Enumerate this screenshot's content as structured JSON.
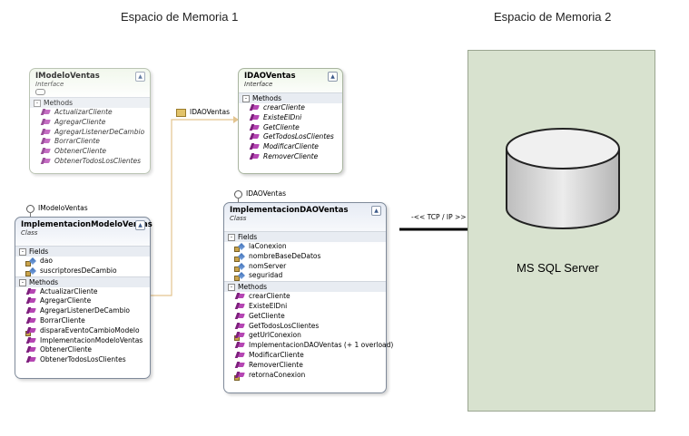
{
  "titles": {
    "space1": "Espacio de Memoria 1",
    "space2": "Espacio de Memoria 2"
  },
  "imodelo": {
    "title": "IModeloVentas",
    "kind": "Interface",
    "methods_label": "Methods",
    "methods": [
      "ActualizarCliente",
      "AgregarCliente",
      "AgregarListenerDeCambio",
      "BorrarCliente",
      "ObtenerCliente",
      "ObtenerTodosLosClientes"
    ]
  },
  "idao": {
    "title": "IDAOVentas",
    "kind": "Interface",
    "methods_label": "Methods",
    "methods": [
      "crearCliente",
      "ExisteElDni",
      "GetCliente",
      "GetTodosLosClientes",
      "ModificarCliente",
      "RemoverCliente"
    ]
  },
  "impl_modelo": {
    "lollipop": "IModeloVentas",
    "title": "ImplementacionModeloVentas",
    "kind": "Class",
    "fields_label": "Fields",
    "fields": [
      "dao",
      "suscriptoresDeCambio"
    ],
    "methods_label": "Methods",
    "methods": [
      "ActualizarCliente",
      "AgregarCliente",
      "AgregarListenerDeCambio",
      "BorrarCliente",
      "disparaEventoCambioModelo",
      "ImplementacionModeloVentas",
      "ObtenerCliente",
      "ObtenerTodosLosClientes"
    ]
  },
  "impl_dao": {
    "lollipop": "IDAOVentas",
    "title": "ImplementacionDAOVentas",
    "kind": "Class",
    "fields_label": "Fields",
    "fields": [
      "laConexion",
      "nombreBaseDeDatos",
      "nomServer",
      "seguridad"
    ],
    "methods_label": "Methods",
    "methods": [
      "crearCliente",
      "ExisteElDni",
      "GetCliente",
      "GetTodosLosClientes",
      "getUrlConexion",
      "ImplementacionDAOVentas (+ 1 overload)",
      "ModificarCliente",
      "RemoverCliente",
      "retornaConexion"
    ]
  },
  "association_label": "IDAOVentas",
  "tcp_label": "-<< TCP / IP >>",
  "server_label": "MS SQL Server",
  "colors": {
    "server_bg": "#d8e2cf",
    "method_icon": "#b546b3",
    "field_icon": "#3d6fb8"
  }
}
